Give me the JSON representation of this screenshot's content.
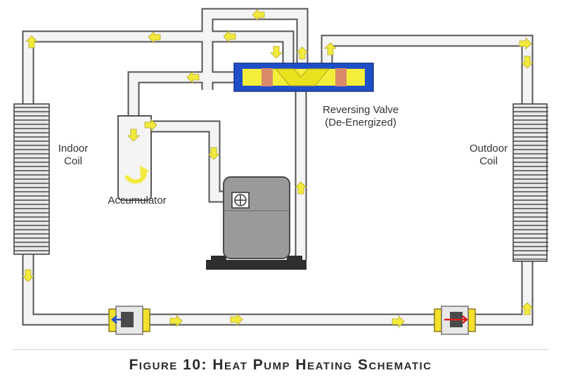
{
  "labels": {
    "indoor_coil_line1": "Indoor",
    "indoor_coil_line2": "Coil",
    "outdoor_coil_line1": "Outdoor",
    "outdoor_coil_line2": "Coil",
    "accumulator": "Accumulator",
    "reversing_valve_line1": "Reversing Valve",
    "reversing_valve_line2": "(De-Energized)"
  },
  "caption": "Figure 10: Heat Pump Heating Schematic",
  "colors": {
    "pipe_fill": "#f4f4f4",
    "pipe_outline": "#555555",
    "flow_arrow": "#f1ea3c",
    "valve_body": "#1f4fc8",
    "valve_slide": "#f3ee3a",
    "valve_piston": "#d98a6a",
    "compressor": "#9a9a9a",
    "coil_fins": "#4a4a4a",
    "expansion_valve_body": "#f2e02c"
  },
  "icons": [
    "flow-arrow-icon",
    "compressor-fan-icon",
    "swirl-arrow-icon"
  ]
}
